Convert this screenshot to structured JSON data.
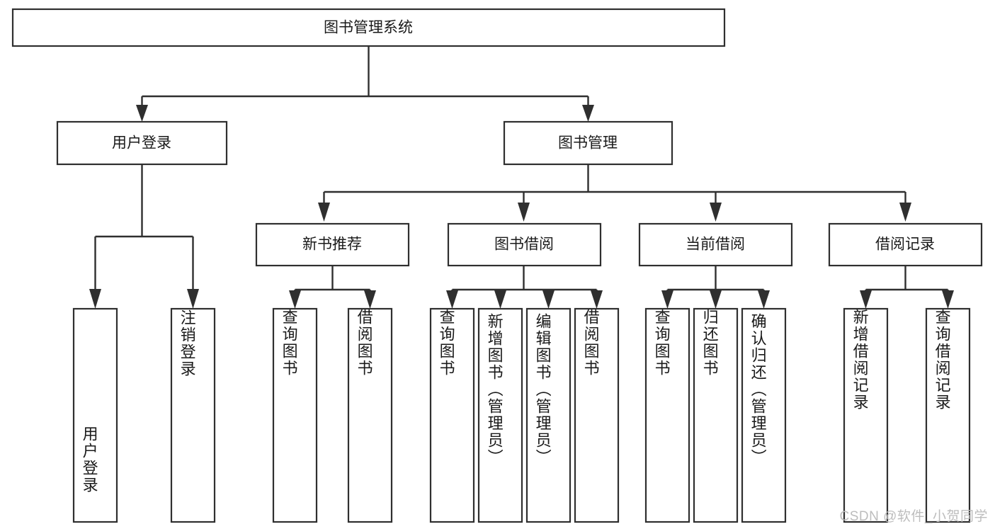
{
  "diagram": {
    "title": "图书管理系统",
    "type": "tree-hierarchy",
    "orientation": "top-down",
    "colors": {
      "box_stroke": "#2f2f2f",
      "box_fill": "#ffffff",
      "connector": "#2f2f2f",
      "text": "#1a1a1a",
      "background": "#ffffff",
      "watermark": "#bdbdbd"
    },
    "root": {
      "label": "图书管理系统"
    },
    "level1": [
      {
        "label": "用户登录"
      },
      {
        "label": "图书管理"
      }
    ],
    "level2": [
      {
        "label": "新书推荐"
      },
      {
        "label": "图书借阅"
      },
      {
        "label": "当前借阅"
      },
      {
        "label": "借阅记录"
      }
    ],
    "leaves": {
      "user_login": [
        {
          "label": "用户登录"
        },
        {
          "label": "注销登录"
        }
      ],
      "new_book_recommend": [
        {
          "label": "查询图书"
        },
        {
          "label": "借阅图书"
        }
      ],
      "book_borrow": [
        {
          "label": "查询图书"
        },
        {
          "label": "新增图书（管理员）"
        },
        {
          "label": "编辑图书（管理员）"
        },
        {
          "label": "借阅图书"
        }
      ],
      "current_borrow": [
        {
          "label": "查询图书"
        },
        {
          "label": "归还图书"
        },
        {
          "label": "确认归还（管理员）"
        }
      ],
      "borrow_record": [
        {
          "label": "新增借阅记录"
        },
        {
          "label": "查询借阅记录"
        }
      ]
    }
  },
  "watermark": {
    "text": "CSDN @软件_小贺同学"
  }
}
